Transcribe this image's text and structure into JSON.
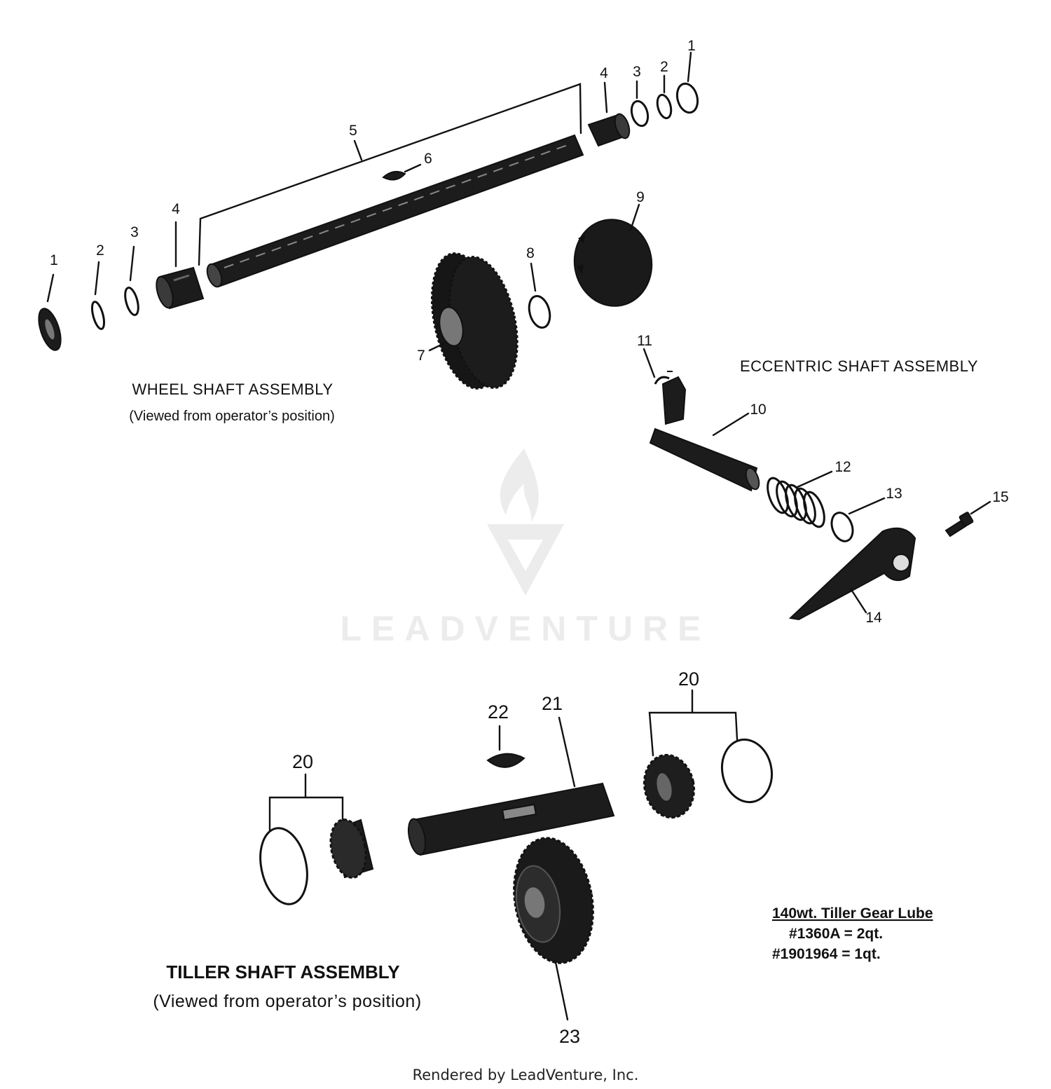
{
  "watermark": {
    "text": "LEADVENTURE"
  },
  "wheel_shaft": {
    "title": "WHEEL SHAFT ASSEMBLY",
    "subtitle": "(Viewed from operator’s position)",
    "callouts": [
      "1",
      "2",
      "3",
      "4",
      "5",
      "6",
      "4",
      "3",
      "2",
      "1",
      "7",
      "8",
      "9"
    ]
  },
  "eccentric_shaft": {
    "title": "ECCENTRIC SHAFT ASSEMBLY",
    "callouts": [
      "11",
      "10",
      "12",
      "13",
      "15",
      "14"
    ]
  },
  "tiller_shaft": {
    "title": "TILLER SHAFT ASSEMBLY",
    "subtitle": "(Viewed from operator’s position)",
    "callouts": [
      "20",
      "22",
      "21",
      "20",
      "23"
    ]
  },
  "lube_note": {
    "heading": "140wt. Tiller Gear Lube",
    "lines": [
      "#1360A = 2qt.",
      "#1901964 = 1qt."
    ]
  },
  "footer": "Rendered by LeadVenture, Inc."
}
